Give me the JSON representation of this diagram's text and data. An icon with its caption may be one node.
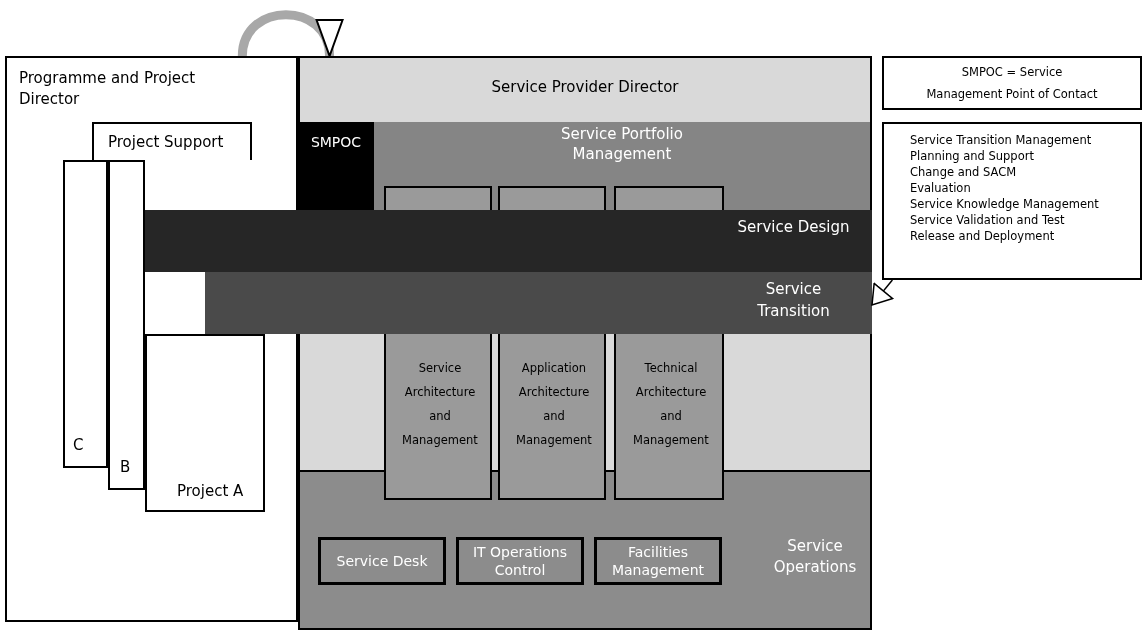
{
  "diagram": {
    "nodes": [
      {
        "text": [
          "Programme and Project Director"
        ]
      },
      {
        "text": [
          "Project Support"
        ],
        "in": 0
      },
      {
        "text": [
          "C"
        ],
        "in": 0
      },
      {
        "text": [
          "B"
        ],
        "in": 0
      },
      {
        "text": [
          "Project A"
        ],
        "in": 0
      },
      {
        "text": [
          "Service Provider Director"
        ]
      },
      {
        "text": [
          "SMPOC"
        ],
        "in": 5
      },
      {
        "text": [
          "Service Portfolio Management"
        ],
        "in": 5
      },
      {
        "text": [
          "Service Design"
        ]
      },
      {
        "text": [
          "Service Transition"
        ]
      },
      {
        "text": [
          "Service Architecture and Management"
        ],
        "in": 5
      },
      {
        "text": [
          "Application Architecture and Management"
        ],
        "in": 5
      },
      {
        "text": [
          "Technical Architecture and Management"
        ],
        "in": 5
      },
      {
        "text": [
          "Service Operations"
        ],
        "in": 5
      },
      {
        "text": [
          "Service Desk"
        ],
        "in": 13
      },
      {
        "text": [
          "IT Operations Control"
        ],
        "in": 13
      },
      {
        "text": [
          "Facilities Management"
        ],
        "in": 13
      },
      {
        "text": [
          "SMPOC = Service Management Point of Contact"
        ]
      },
      {
        "text": [
          "Service Transition Management",
          "Planning and Support",
          "Change and SACM",
          "Evaluation",
          "Service Knowledge Management",
          "Service Validation and Test",
          "Release and Deployment"
        ]
      }
    ],
    "edges": [
      {
        "from": 0,
        "to": 5,
        "arrow": "to",
        "style": "thick",
        "color": "#a8a8a8"
      },
      {
        "from": 18,
        "to": 9,
        "arrow": "to",
        "color": "#000000"
      }
    ]
  }
}
